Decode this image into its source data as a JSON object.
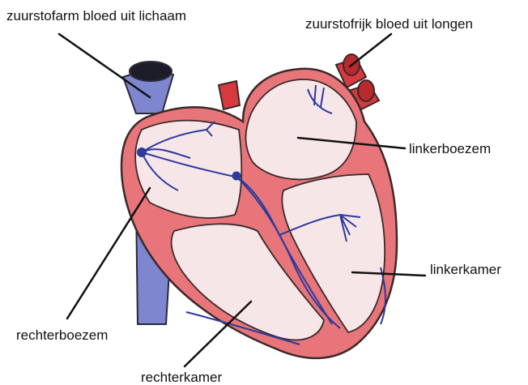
{
  "labels": {
    "deoxygenated_blood": "zuurstofarm bloed uit lichaam",
    "oxygenated_blood": "zuurstofrijk bloed uit longen",
    "left_atrium": "linkerboezem",
    "left_ventricle": "linkerkamer",
    "right_atrium": "rechterboezem",
    "right_ventricle": "rechterkamer"
  },
  "colors": {
    "heart_wall": "#e8757a",
    "heart_outline": "#3a2a2a",
    "chamber": "#f7e6e8",
    "vein": "#7d86cf",
    "artery": "#d63a3e",
    "conduction": "#2c3a9e",
    "leader_line": "#111111"
  }
}
